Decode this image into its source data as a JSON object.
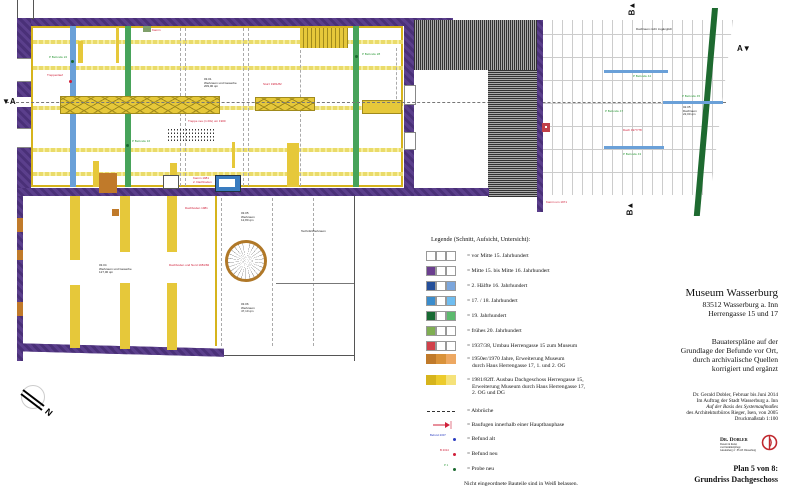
{
  "title_block": {
    "museum": "Museum Wasserburg",
    "address_line1": "83512 Wasserburg a. Inn",
    "address_line2": "Herrengasse 15 und 17",
    "description": [
      "Bauaterspläne auf der",
      "Grundlage der Befunde vor Ort,",
      "durch archivalische Quellen",
      "korrigiert und ergänzt"
    ],
    "credits": [
      "Dr. Gerald Dobler, Februar bis Juni 2014",
      "Im Auftrag der Stadt Wasserburg a. Inn",
      "Auf der Basis des Systemaufmaßes",
      "des Architekturbüros Rieger, Isen, von 2005",
      "Druckmaßstab 1:100"
    ],
    "logo": {
      "name": "Dr. Dobler",
      "sub": [
        "Dozent in Kunst",
        "von Denkmalpflege",
        "Gnadenberg 4 · 83123 Wasserburg"
      ]
    },
    "plan_number": "Plan 5 von 8:",
    "plan_title": "Grundriss Dachgeschoss"
  },
  "legend": {
    "title": "Legende (Schnitt, Aufsicht, Untersicht):",
    "items": [
      {
        "label": "= vor Mitte 15. Jahrhundert",
        "colors": [
          "#ffffff",
          "#ffffff",
          "#ffffff"
        ]
      },
      {
        "label": "= Mitte 15. bis Mitte 16. Jahrhundert",
        "colors": [
          "#6b3f8f",
          "#ffffff",
          "#ffffff"
        ]
      },
      {
        "label": "= 2. Hälfte 16. Jahrhundert",
        "colors": [
          "#244f9a",
          "#ffffff",
          "#7ba6dc"
        ]
      },
      {
        "label": "= 17. / 18. Jahrhundert",
        "colors": [
          "#3a8ccc",
          "#ffffff",
          "#6fbdf0"
        ]
      },
      {
        "label": "= 19. Jahrhundert",
        "colors": [
          "#176a33",
          "#ffffff",
          "#5cba6e"
        ]
      },
      {
        "label": "= frühes 20. Jahrhundert",
        "colors": [
          "#7fae52",
          "#ffffff",
          "#ffffff"
        ]
      },
      {
        "label": "= 1937/38, Umbau Herrengasse 15 zum Museum",
        "colors": [
          "#d0404a",
          "#ffffff",
          "#ffffff"
        ]
      },
      {
        "label": "= 1950er/1970 Jahre, Erweiterung Museum",
        "label2": "durch Haus Herrengasse 17, 1. und 2. OG",
        "colors": [
          "#c07a2a",
          "#d9923a",
          "#eda862"
        ]
      },
      {
        "label": "= 1981/82ff. Ausbau Dachgeschoss Herrengasse 15,",
        "label2": "Erweiterung Museum durch Haus Herrengasse 17,",
        "label3": "2. OG und DG",
        "colors": [
          "#d6b41c",
          "#eccb2c",
          "#f5e27a"
        ]
      }
    ],
    "symbols": [
      {
        "label": "= Abbrüche",
        "symbol": "dashed-line"
      },
      {
        "label": "= Baufugen innerhalb einer Hauptbauphase",
        "symbol": "red-arrow"
      },
      {
        "label": "= Befund alt",
        "symbol": "blue-dot",
        "tag": "Befund 2007"
      },
      {
        "label": "= Befund neu",
        "symbol": "red-dot",
        "tag": "B 2014"
      },
      {
        "label": "= Probe neu",
        "symbol": "green-dot",
        "tag": "P 1"
      }
    ],
    "note": "Nicht eingeordnete Bauteile sind in Weiß belassen."
  },
  "plan": {
    "section_marks": {
      "a_left": "▼A",
      "a_right": "A▼",
      "b_top": "B▲",
      "b_bottom": "B▲"
    },
    "rooms": [
      {
        "id": "03.01",
        "name": "Werkraum und Gewerbe",
        "area": "209,00 qm"
      },
      {
        "id": "03.04",
        "name": "Werkraum und Gewerbe",
        "area": "127,00 qm"
      },
      {
        "id": "03.05",
        "name": "Werkraum",
        "area": "12,80 qm"
      },
      {
        "id": "03.06",
        "name": "Werkraum",
        "area": "47,10 qm"
      },
      {
        "id": "03.07",
        "name": "Technik/Werkraum",
        "area": ""
      },
      {
        "id": "02.05",
        "name": "Dachraum",
        "area": "22,00 qm"
      }
    ],
    "annotations": {
      "red": [
        "Kamin",
        "Treppe neu (1.DG) um 1900",
        "Sturz 1981/82",
        "Kamin 1981",
        "2. Dachboden",
        "Treppenlauf",
        "Dachboden 1981",
        "Dachboden und Nord 1981/82",
        "Dach 1977/78",
        "Kamin um 1971"
      ],
      "green": [
        "P Befunde 22",
        "P Befunde 16",
        "P Befunde 28",
        "P Befunde 44",
        "P Befunde 45",
        "P Befunde 47",
        "P Befunde 43"
      ],
      "dachraum": "Dachraum nicht zugänglich"
    },
    "colors": {
      "wall": "#5b3f8c",
      "yellow": "#e6c83a",
      "blue": "#6aa0d8",
      "green": "#47a35a",
      "dark_green": "#1e6a30",
      "brown": "#c07a2a"
    }
  }
}
